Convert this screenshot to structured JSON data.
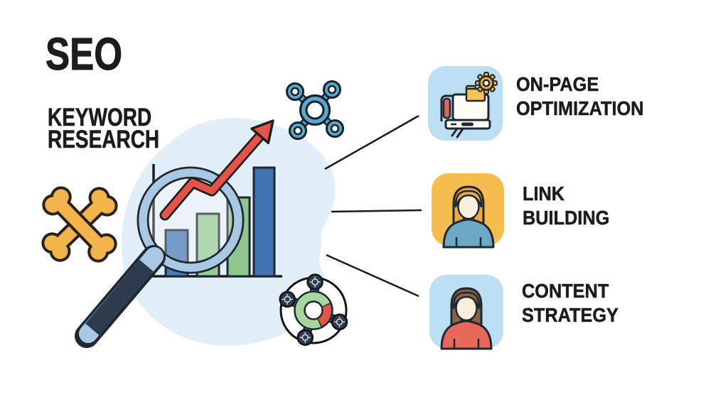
{
  "title": "SEO",
  "keyword_label": {
    "line1": "KEYWORD",
    "line2": "RESEARCH"
  },
  "items": [
    {
      "label_line1": "ON-PAGE",
      "label_line2": "OPTIMIZATION",
      "icon": "laptop-gear-icon",
      "tile_color": "#BDDFF4"
    },
    {
      "label_line1": "LINK",
      "label_line2": "BUILDING",
      "icon": "woman-avatar-blonde-icon",
      "tile_color": "#F5BD4D"
    },
    {
      "label_line1": "CONTENT",
      "label_line2": "STRATEGY",
      "icon": "woman-avatar-brunette-icon",
      "tile_color": "#BDDFF4"
    }
  ],
  "illustration": {
    "center_icons": [
      "magnifier-icon",
      "bar-chart-icon",
      "growth-arrow-icon"
    ],
    "floating_icons": [
      "crossed-bones-icon",
      "network-nodes-icon",
      "donut-gears-icon"
    ],
    "bar_relative_heights": [
      0.42,
      0.57,
      0.72,
      1.0
    ]
  },
  "colors": {
    "background": "#FFFFFF",
    "text": "#1C1C1C",
    "blob": "#E3EFF8",
    "accent_red": "#E65348",
    "accent_yellow": "#F2B54B",
    "bar_blue": "#4A7AB8",
    "bar_green": "#8FC68E",
    "rim_blue": "#A9C8E4",
    "handle_navy": "#2C3B4D",
    "node_blue": "#5FA7C7",
    "tile_blue": "#BDDFF4",
    "tile_orange": "#F5BD4D",
    "outline": "#1F2730"
  }
}
